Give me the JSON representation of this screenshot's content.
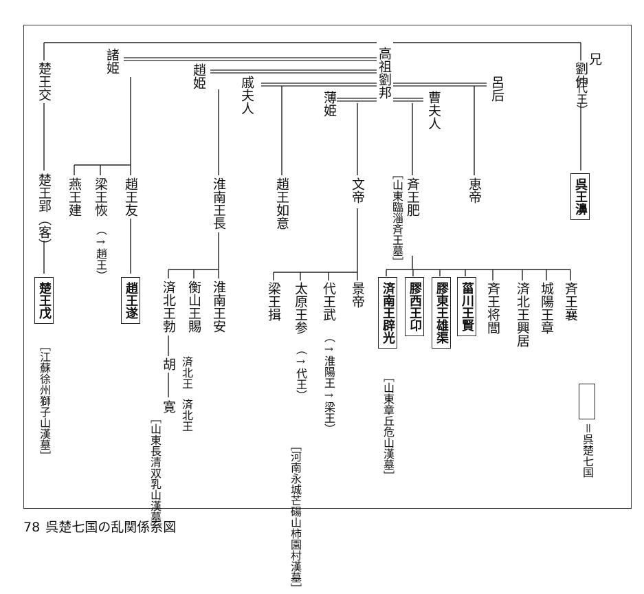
{
  "caption": {
    "number": "78",
    "title": "呉楚七国の乱関係系図"
  },
  "legend": {
    "meaning": "＝呉楚七国"
  },
  "people": {
    "chu_jiao": "楚王交",
    "zhu_ji": "諸姫",
    "zhao_ji": "趙姫",
    "qi_furen": "戚夫人",
    "bo_ji": "薄姫",
    "gaozu": "高祖劉邦",
    "cao_furen": "曹夫人",
    "lu_hou": "呂后",
    "xiong": "兄",
    "liu_zhong": "劉仲",
    "dai_wang_note": "（代王）",
    "wu_wang_bi": "呉王濞",
    "chu_wang_ying": "楚王郢（客）",
    "chu_wang_wu": "楚王戊",
    "chu_tomb": "［江蘇徐州獅子山漢墓］",
    "yan_wang_jian": "燕王建",
    "liang_wang_hui": "梁王恢",
    "liang_note": "（→趙王）",
    "zhao_wang_you": "趙王友",
    "zhao_wang_sui": "趙王遂",
    "huainan_chang": "淮南王長",
    "zhao_ruyi": "趙王如意",
    "wendi": "文帝",
    "qi_fei": "斉王肥",
    "qi_tomb": "［山東臨淄斉王墓］",
    "huidi": "恵帝",
    "jibei_bo": "済北王勃",
    "hengshan_ci": "衡山王賜",
    "huainan_an": "淮南王安",
    "hu": "胡",
    "kuan": "寛",
    "jibei_1": "済北王",
    "jibei_2": "済北王",
    "jibei_tomb": "［山東長清双乳山漢墓］",
    "liang_yi": "梁王揖",
    "taiyuan_can": "太原王参",
    "taiyuan_note": "（→代王）",
    "dai_wu": "代王武",
    "dai_wu_note": "（→淮陽王→梁王）",
    "liang_tomb": "［河南永城芒碭山柿園村漢墓］",
    "jingdi": "景帝",
    "jinan_piguang": "済南王辟光",
    "jiaoxi_ang": "膠西王卬",
    "jiaodong_xiongqu": "膠東王雄渠",
    "zichuan_xian": "菑川王賢",
    "qi_jianglu": "斉王将閭",
    "jibei_xingju": "済北王興居",
    "chengyang_zhang": "城陽王章",
    "qi_xiang": "斉王襄",
    "jinan_tomb": "［山東章丘危山漢墓］"
  }
}
